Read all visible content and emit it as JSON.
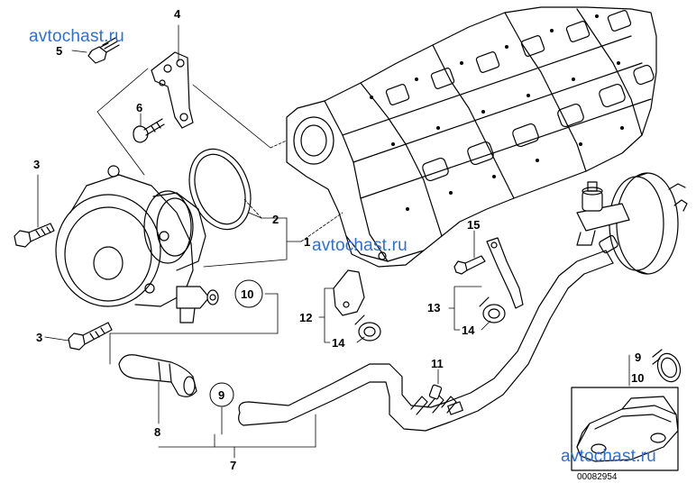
{
  "watermarks": [
    "avtochast.ru",
    "avtochast.ru",
    "avtochast.ru"
  ],
  "callouts": {
    "c1": "1",
    "c2": "2",
    "c3a": "3",
    "c3b": "3",
    "c4": "4",
    "c5": "5",
    "c6": "6",
    "c7": "7",
    "c8": "8",
    "c9a": "9",
    "c9b": "9",
    "c10a": "10",
    "c10b": "10",
    "c11": "11",
    "c12": "12",
    "c13": "13",
    "c14a": "14",
    "c14b": "14",
    "c15": "15"
  },
  "doc_number": "00082954",
  "colors": {
    "watermark": "#2f6fd6",
    "line": "#000000"
  },
  "icons": [
    "vacuum-pump",
    "cylinder-head",
    "brake-booster",
    "vacuum-hose",
    "seal-ring",
    "bolt",
    "bracket",
    "hose-clamp",
    "car-silhouette"
  ]
}
